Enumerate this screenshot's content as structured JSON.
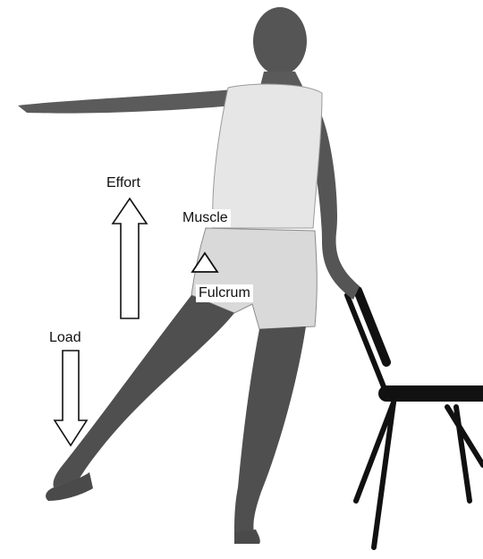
{
  "diagram": {
    "labels": {
      "effort": "Effort",
      "muscle": "Muscle",
      "fulcrum": "Fulcrum",
      "load": "Load"
    },
    "icons": {
      "effort_arrow": "arrow-up-icon",
      "load_arrow": "arrow-down-icon",
      "fulcrum_marker": "triangle-icon"
    },
    "colors": {
      "background": "#ffffff",
      "photo_grey": "#4d4d4d",
      "tank_top": "#e6e6e6",
      "shorts": "#d9d9d9",
      "chair": "#111111",
      "outline": "#111111"
    }
  }
}
